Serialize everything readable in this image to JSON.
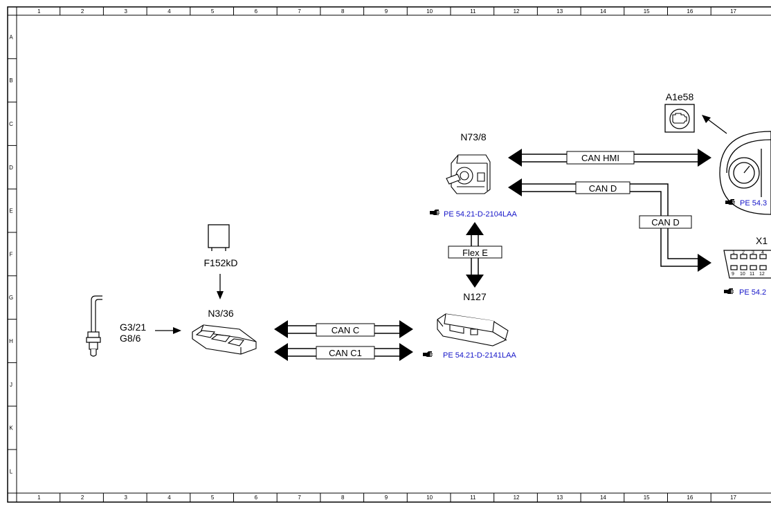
{
  "grid": {
    "columns": [
      "1",
      "2",
      "3",
      "4",
      "5",
      "6",
      "7",
      "8",
      "9",
      "10",
      "11",
      "12",
      "13",
      "14",
      "15",
      "16",
      "17"
    ],
    "rows": [
      "A",
      "B",
      "C",
      "D",
      "E",
      "F",
      "G",
      "H",
      "J",
      "K",
      "L"
    ]
  },
  "components": {
    "a1e58": "A1e58",
    "n73_8": "N73/8",
    "f152kd": "F152kD",
    "n3_36": "N3/36",
    "n127": "N127",
    "g3_21": "G3/21",
    "g8_6": "G8/6",
    "x11": "X1"
  },
  "buses": {
    "can_hmi": "CAN HMI",
    "can_d_top": "CAN D",
    "can_d_side": "CAN D",
    "flex_e": "Flex E",
    "can_c": "CAN C",
    "can_c1": "CAN C1"
  },
  "references": {
    "n73_8_ref": "PE 54.21-D-2104LAA",
    "n127_ref": "PE 54.21-D-2141LAA",
    "cluster_ref": "PE 54.3",
    "x11_ref": "PE 54.2"
  },
  "connector_pins": {
    "top": [
      "1",
      "2",
      "3",
      "4"
    ],
    "bottom": [
      "9",
      "10",
      "11",
      "12"
    ]
  },
  "icons": [
    "pointing-hand-icon",
    "check-engine-icon",
    "relay-icon",
    "oxygen-sensor-icon",
    "ecu-icon",
    "ignition-switch-icon",
    "gateway-module-icon",
    "instrument-cluster-icon",
    "diagnostic-connector-icon"
  ]
}
